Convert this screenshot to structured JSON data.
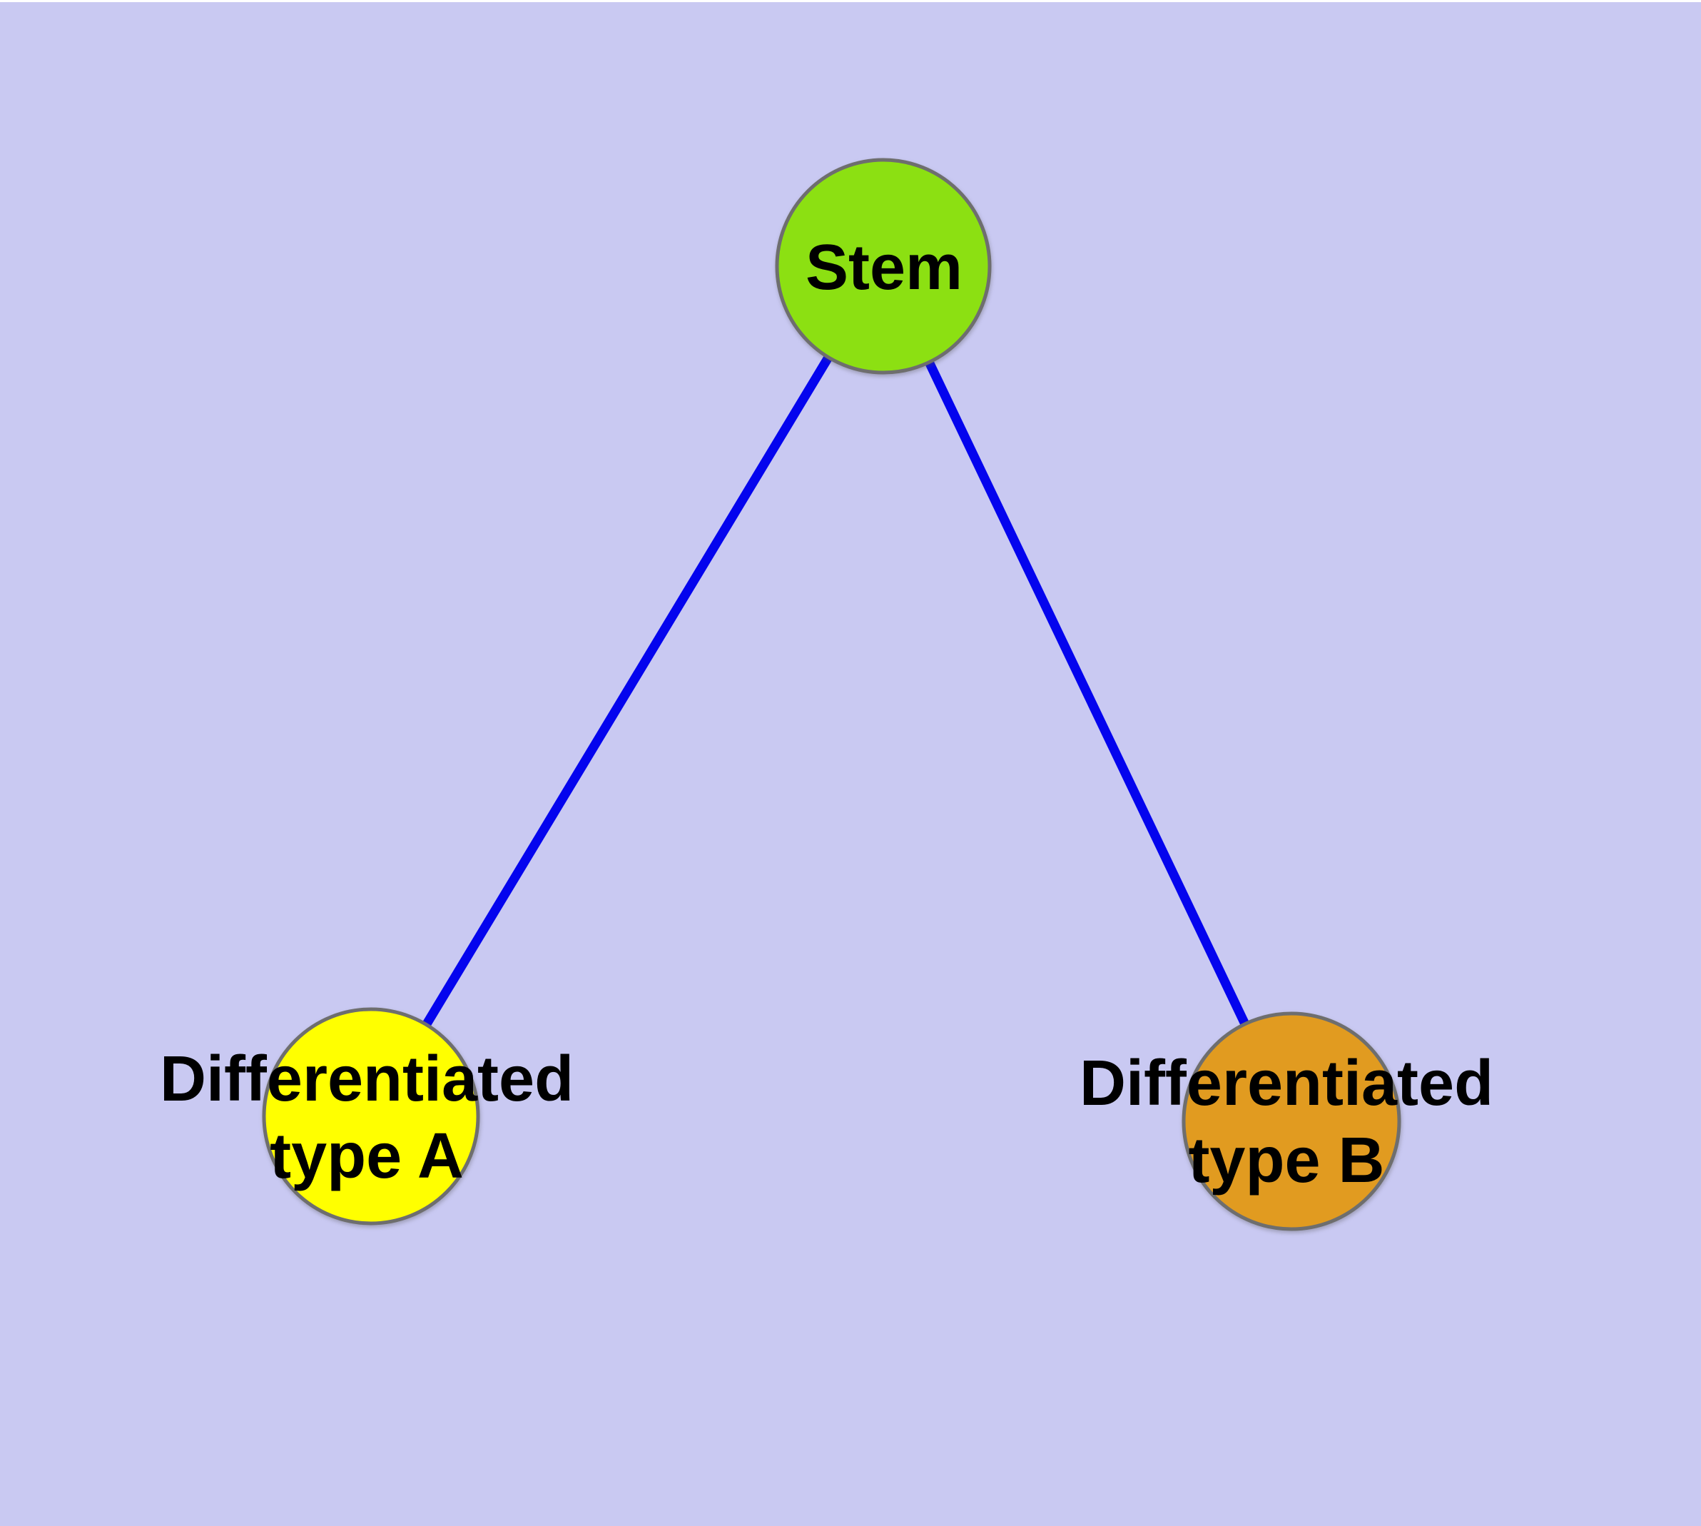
{
  "diagram": {
    "background_color": "#c9c9f2",
    "edge_color": "#0404ee",
    "node_border_color": "#6e6e6e",
    "label_color": "#000000",
    "nodes": [
      {
        "id": "stem",
        "label": "Stem",
        "fill": "#8ce012"
      },
      {
        "id": "differentiated-type-a",
        "label": "Differentiated\ntype A",
        "fill": "#ffff00"
      },
      {
        "id": "differentiated-type-b",
        "label": "Differentiated\ntype B",
        "fill": "#e19b20"
      }
    ],
    "edges": [
      {
        "from": "stem",
        "to": "differentiated-type-a"
      },
      {
        "from": "stem",
        "to": "differentiated-type-b"
      }
    ]
  }
}
